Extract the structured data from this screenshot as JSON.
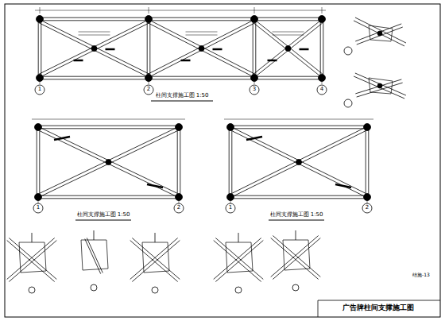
{
  "diagram": {
    "title": "广告牌柱间支撑施工图",
    "labels": [
      "柱间支撑施工图 1:50",
      "1",
      "2",
      "3",
      "4",
      "柱间支撑施工图 1:50",
      "1",
      "2",
      "柱间支撑施工图 1:50",
      "1",
      "2",
      "结施-13"
    ]
  }
}
